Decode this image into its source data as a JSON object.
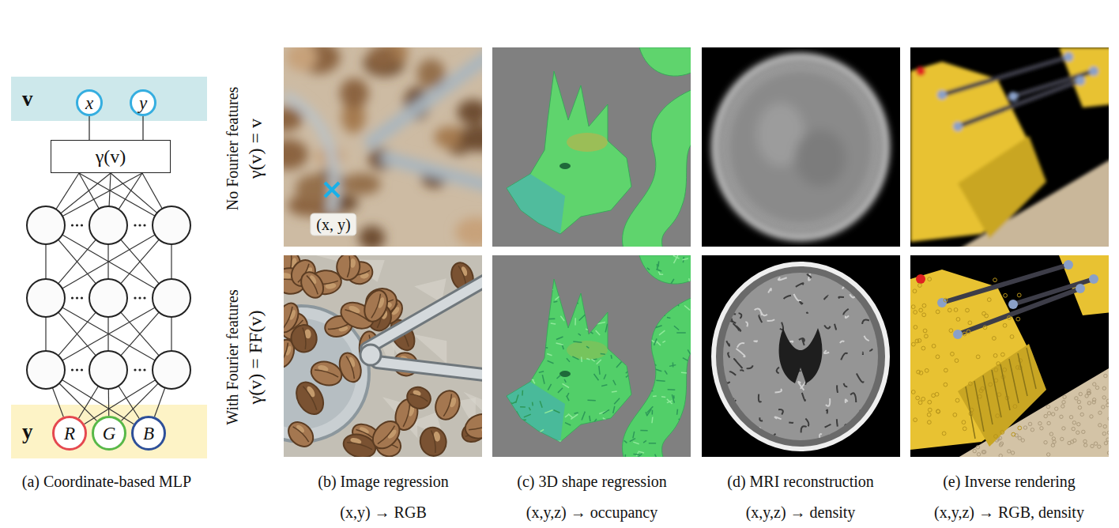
{
  "diagram": {
    "nodes": [
      {
        "text": [
          "v"
        ]
      },
      {
        "text": [
          "x"
        ],
        "in": 0
      },
      {
        "text": [
          "y"
        ],
        "in": 0
      },
      {
        "text": [
          "γ(v)"
        ]
      },
      {
        "text": [
          "y"
        ]
      },
      {
        "text": [
          "R"
        ],
        "in": 4
      },
      {
        "text": [
          "G"
        ],
        "in": 4
      },
      {
        "text": [
          "B"
        ],
        "in": 4
      }
    ],
    "edges": [
      {
        "from": 1,
        "to": 3,
        "arrow": "none"
      },
      {
        "from": 2,
        "to": 3,
        "arrow": "none"
      }
    ],
    "labels": [
      "No Fourier features",
      "γ(v) = v",
      "With Fourier features",
      "γ(v) = FF(v)",
      "(x, y)",
      "(a) Coordinate-based MLP",
      "(b) Image regression",
      "(x,y) → RGB",
      "(c) 3D shape regression",
      "(x,y,z) → occupancy",
      "(d) MRI reconstruction",
      "(x,y,z) → density",
      "(e) Inverse rendering",
      "(x,y,z) → RGB, density"
    ]
  }
}
